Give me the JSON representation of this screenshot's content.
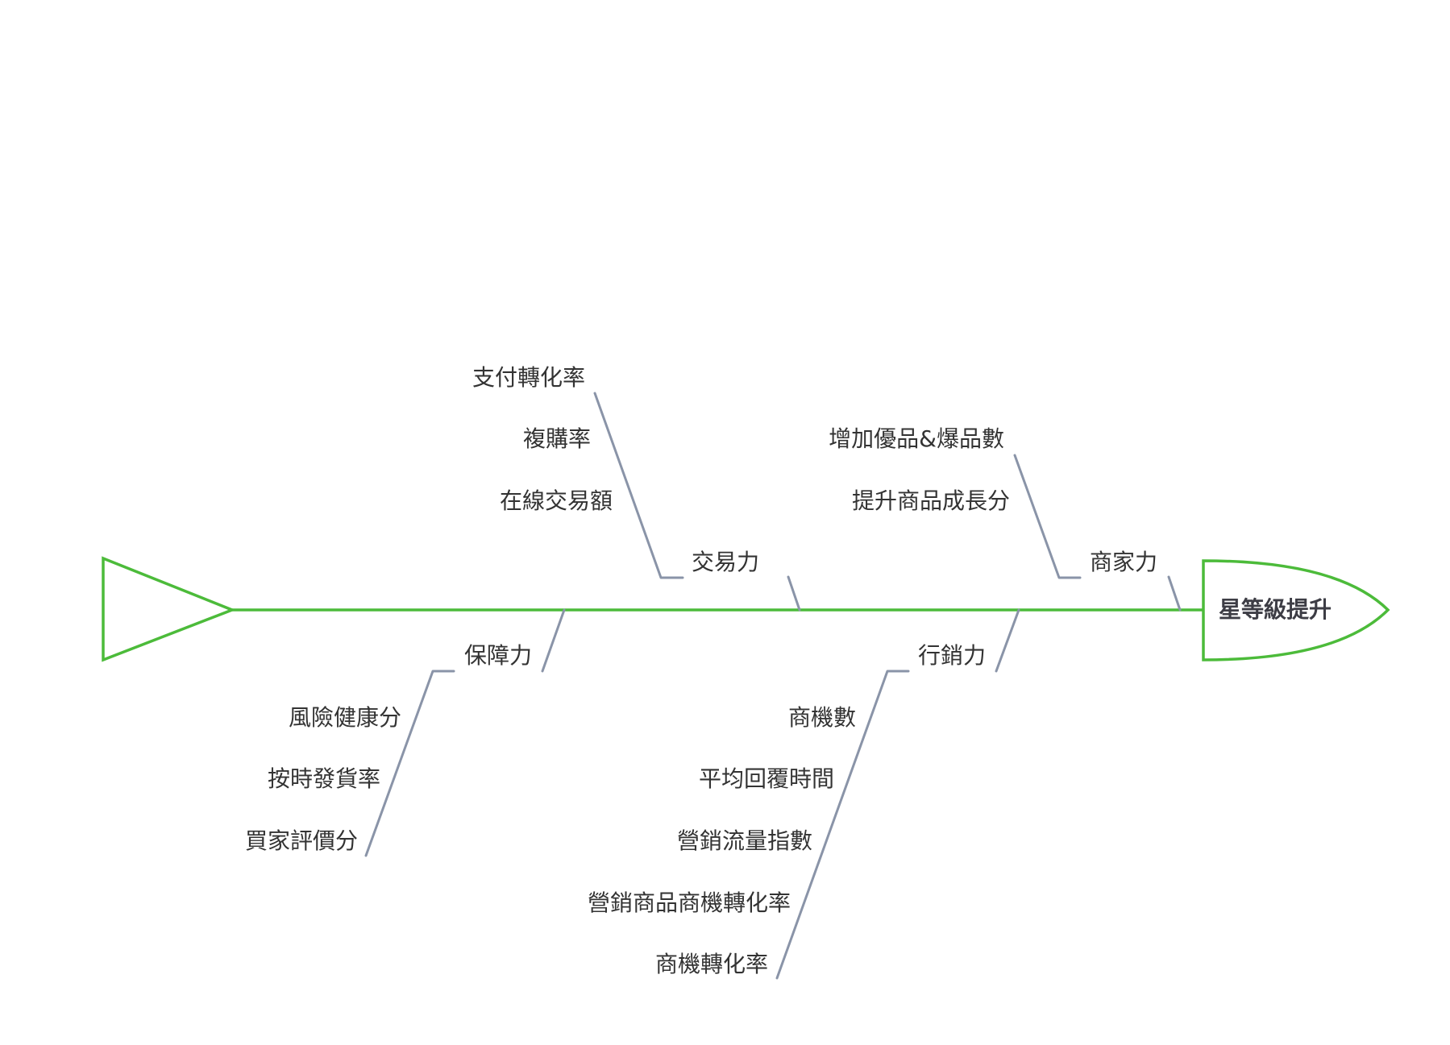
{
  "diagram": {
    "head_label": "星等級提升",
    "spine_color": "#4cbb3a",
    "bone_color": "#8a94a8",
    "text_color": "#333333",
    "categories": [
      {
        "label": "交易力",
        "causes": [
          "支付轉化率",
          "複購率",
          "在線交易額"
        ]
      },
      {
        "label": "商家力",
        "causes": [
          "增加優品&爆品數",
          "提升商品成長分"
        ]
      },
      {
        "label": "保障力",
        "causes": [
          "風險健康分",
          "按時發貨率",
          "買家評價分"
        ]
      },
      {
        "label": "行銷力",
        "causes": [
          "商機數",
          "平均回覆時間",
          "營銷流量指數",
          "營銷商品商機轉化率",
          "商機轉化率"
        ]
      }
    ]
  }
}
